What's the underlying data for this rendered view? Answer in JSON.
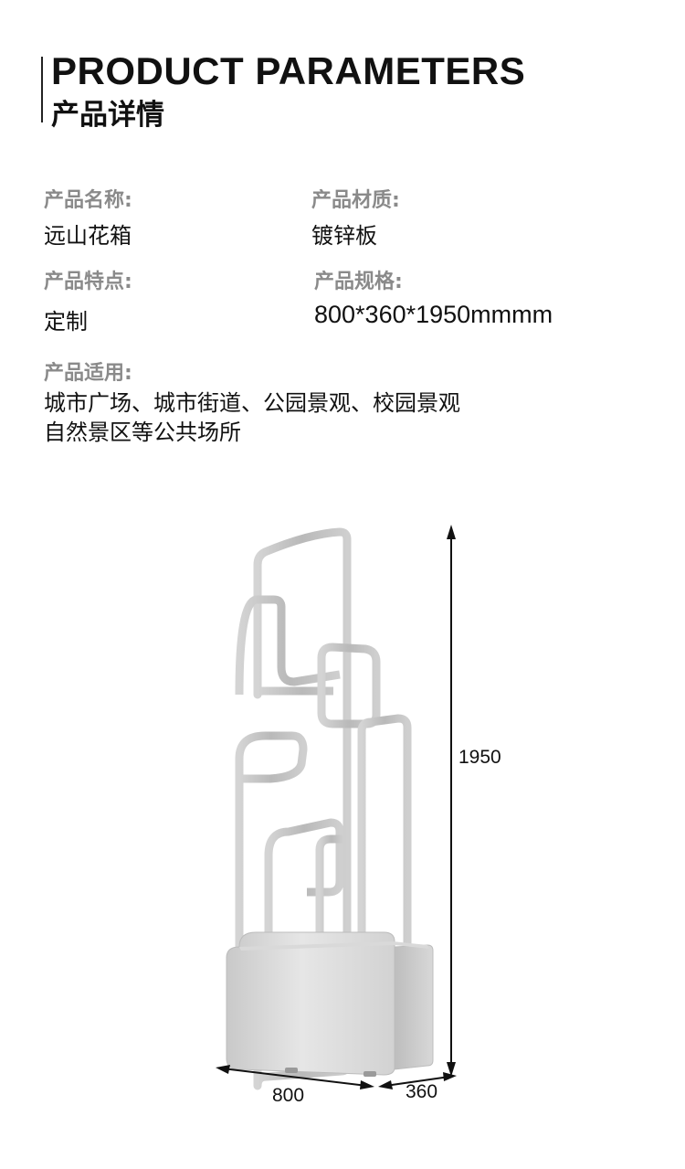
{
  "header": {
    "title_en": "PRODUCT PARAMETERS",
    "title_zh": "产品详情"
  },
  "params": {
    "name_label": "产品名称:",
    "name_value": "远山花箱",
    "material_label": "产品材质:",
    "material_value": "镀锌板",
    "feature_label": "产品特点:",
    "feature_value": "定制",
    "spec_label": "产品规格:",
    "spec_value": "800*360*1950mmmm",
    "usage_label": "产品适用:",
    "usage_lines": [
      "城市广场、城市街道、公园景观、校园景观",
      "自然景区等公共场所"
    ]
  },
  "figure": {
    "height_label": "1950",
    "width_label": "800",
    "depth_label": "360"
  }
}
